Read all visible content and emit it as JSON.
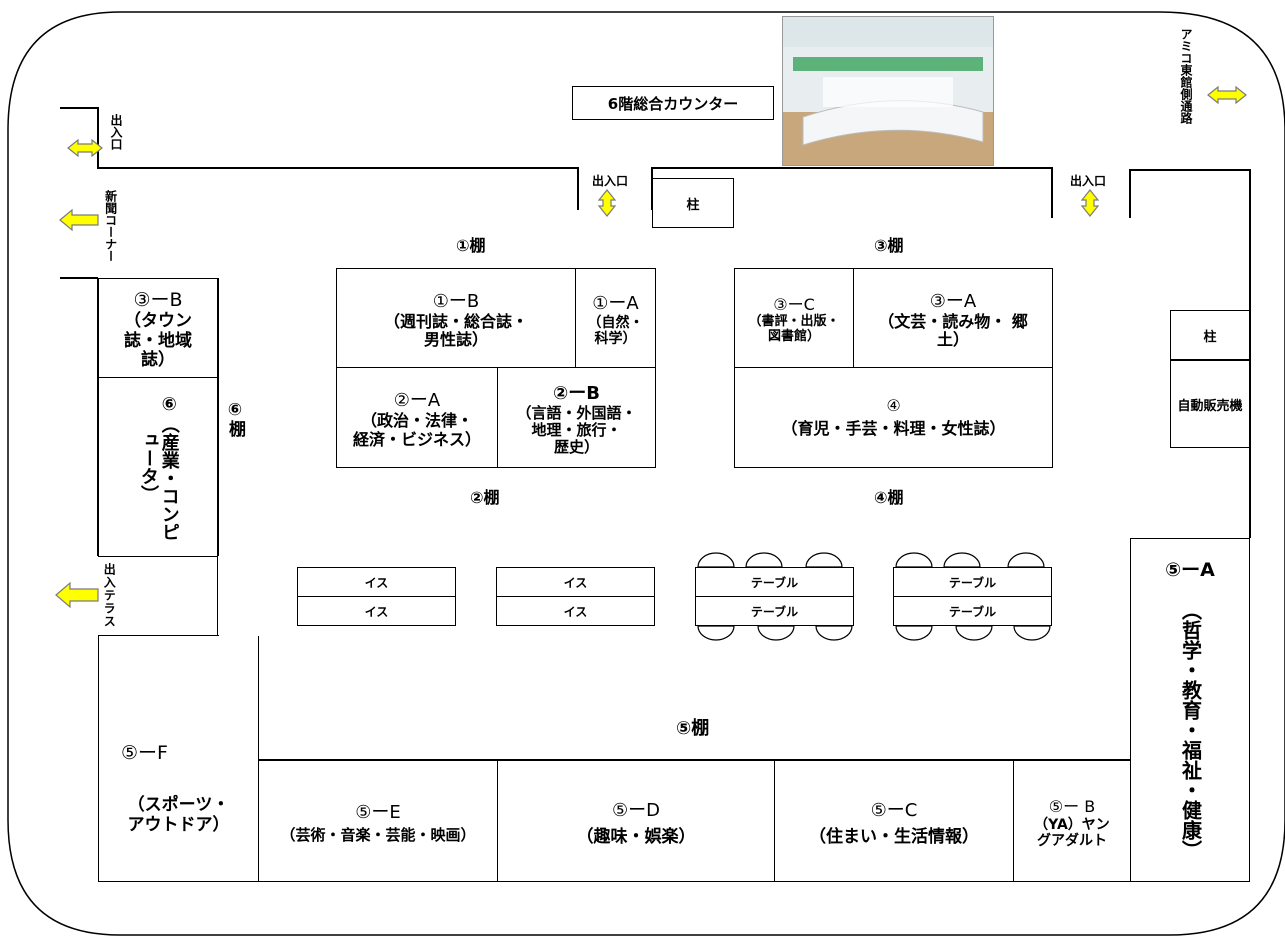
{
  "counter": {
    "label": "6階総合カウンター",
    "photo_colors": {
      "ceiling": "#e8eef0",
      "counter": "#f4f6f7",
      "floor": "#c9a77c",
      "accent": "#3aa35c"
    }
  },
  "entrances": {
    "top_left": "出入口",
    "top_center": "出入口",
    "top_right": "出入口",
    "terrace": "出入テラス"
  },
  "side_labels": {
    "newspaper_corner": "新聞コーナー",
    "amico_passage": "アミコ東館側通路"
  },
  "pillars": {
    "top": "柱",
    "right": "柱"
  },
  "vending_machine": "自動販売機",
  "shelf_labels": {
    "shelf_1": "①棚",
    "shelf_2": "②棚",
    "shelf_3": "③棚",
    "shelf_4": "④棚",
    "shelf_5": "⑤棚",
    "shelf_6": "⑥棚"
  },
  "sections": {
    "s1b": {
      "code": "①ーB",
      "desc": "（週刊誌・総合誌・\n男性誌）"
    },
    "s1a": {
      "code": "①ーA",
      "desc": "（自然・\n科学）"
    },
    "s2a": {
      "code": "②ーA",
      "desc": "（政治・法律・\n経済・ビジネス）"
    },
    "s2b": {
      "code": "②ーB",
      "desc": "（言語・外国語・\n地理・旅行・\n歴史）"
    },
    "s3c": {
      "code": "③ーC",
      "desc": "（書評・出版・\n図書館）"
    },
    "s3a": {
      "code": "③ーA",
      "desc": "（文芸・読み物・ 郷\n土）"
    },
    "s4": {
      "code": "④",
      "desc": "（育児・手芸・料理・女性誌）"
    },
    "s3b": {
      "code": "③ーB",
      "desc": "（タウン\n誌・地域\n誌）"
    },
    "s6": {
      "code": "⑥",
      "desc": "（産業・コンピュータ）"
    },
    "s5a": {
      "code": "⑤ーA",
      "desc": "（哲学・教育・福祉・健康）"
    },
    "s5b": {
      "code": "⑤ー B",
      "desc": "（YA）ヤン\nグアダルト"
    },
    "s5c": {
      "code": "⑤ーC",
      "desc": "（住まい・生活情報）"
    },
    "s5d": {
      "code": "⑤ーD",
      "desc": "（趣味・娯楽）"
    },
    "s5e": {
      "code": "⑤ーE",
      "desc": "（芸術・音楽・芸能・映画）"
    },
    "s5f": {
      "code": "⑤ーF",
      "desc": "（スポーツ・\nアウトドア）"
    }
  },
  "furniture": {
    "chair": "イス",
    "table": "テーブル"
  },
  "colors": {
    "arrow_fill": "#ffff00",
    "arrow_stroke": "#7a7a7a",
    "line": "#000000",
    "background": "#ffffff"
  }
}
